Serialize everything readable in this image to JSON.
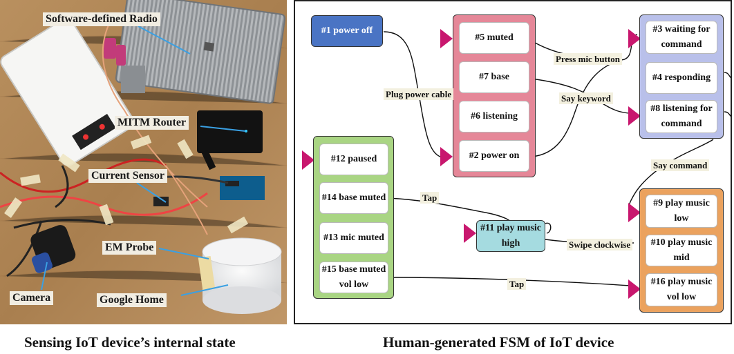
{
  "left_panel": {
    "caption": "Sensing IoT device’s internal state",
    "labels": {
      "sdr": "Software-defined Radio",
      "router": "MITM Router",
      "current": "Current Sensor",
      "em": "EM Probe",
      "camera": "Camera",
      "google": "Google Home"
    }
  },
  "right_panel": {
    "caption": "Human-generated FSM of IoT device",
    "colors": {
      "blue_state": "#4a74c4",
      "pink_group": "#e58798",
      "lavender_group": "#b9c0ea",
      "green_group": "#a9d583",
      "orange_group": "#eba25e",
      "cyan_state": "#a5dbe0",
      "entry_marker": "#c8176e"
    },
    "states": {
      "s1": "#1 power off",
      "s5": "#5 muted",
      "s7": "#7 base",
      "s6": "#6 listening",
      "s2": "#2 power on",
      "s3": "#3 waiting for command",
      "s4": "#4 responding",
      "s8": "#8 listening for command",
      "s12": "#12 paused",
      "s14": "#14 base muted",
      "s13": "#13 mic muted",
      "s15": "#15 base muted vol low",
      "s11": "#11 play music high",
      "s9": "#9 play music low",
      "s10": "#10 play music mid",
      "s16": "#16 play music vol low"
    },
    "transitions": {
      "plug": "Plug power cable",
      "press": "Press mic button",
      "keyword": "Say keyword",
      "command": "Say command",
      "tap1": "Tap",
      "swipe": "Swipe clockwise",
      "tap2": "Tap"
    }
  }
}
